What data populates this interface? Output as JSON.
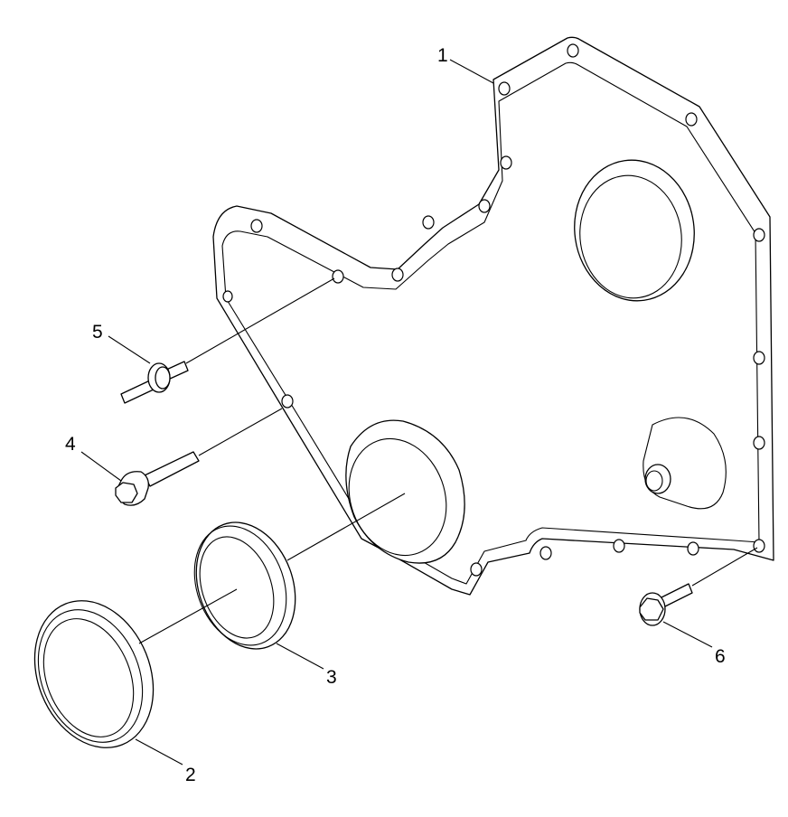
{
  "diagram": {
    "callouts": [
      {
        "id": "1",
        "label": "1",
        "part": "front-gear-cover"
      },
      {
        "id": "2",
        "label": "2",
        "part": "front-crankshaft-seal"
      },
      {
        "id": "3",
        "label": "3",
        "part": "seal-ring"
      },
      {
        "id": "4",
        "label": "4",
        "part": "flange-head-capscrew-long"
      },
      {
        "id": "5",
        "label": "5",
        "part": "stud-bolt-with-washer"
      },
      {
        "id": "6",
        "label": "6",
        "part": "flange-head-capscrew-short"
      }
    ],
    "colors": {
      "line": "#000000",
      "background": "#ffffff"
    }
  }
}
